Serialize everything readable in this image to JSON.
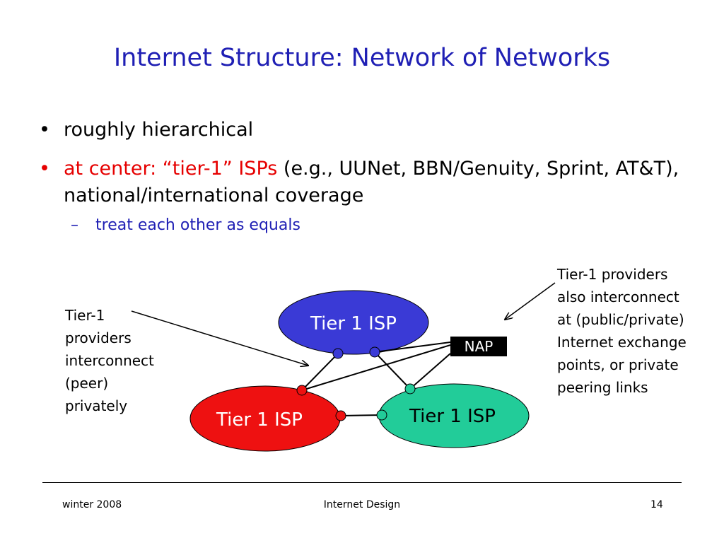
{
  "slide": {
    "title": "Internet Structure: Network of Networks",
    "bullets": [
      {
        "marker": "•",
        "text": "roughly hierarchical"
      },
      {
        "marker": "•",
        "highlight": "at center: “tier-1” ISPs",
        "text": " (e.g., UUNet, BBN/Genuity, Sprint, AT&T), national/international coverage"
      }
    ],
    "sub_bullet": {
      "marker": "–",
      "text": "treat each other as equals"
    }
  },
  "diagram": {
    "isp_top": "Tier 1 ISP",
    "isp_left": "Tier 1 ISP",
    "isp_right": "Tier 1 ISP",
    "nap": "NAP",
    "note_left": [
      "Tier-1",
      "providers",
      "interconnect",
      "(peer)",
      "privately"
    ],
    "note_right": [
      "Tier-1 providers",
      "also interconnect",
      "at (public/private)",
      "Internet exchange",
      "points, or private",
      "peering links"
    ],
    "colors": {
      "top": "#3a3ad6",
      "left": "#ee1111",
      "right": "#22cc99",
      "title": "#1f1fb4",
      "accent_red": "#e60000"
    }
  },
  "footer": {
    "left": "winter 2008",
    "center": "Internet Design",
    "right": "14"
  }
}
